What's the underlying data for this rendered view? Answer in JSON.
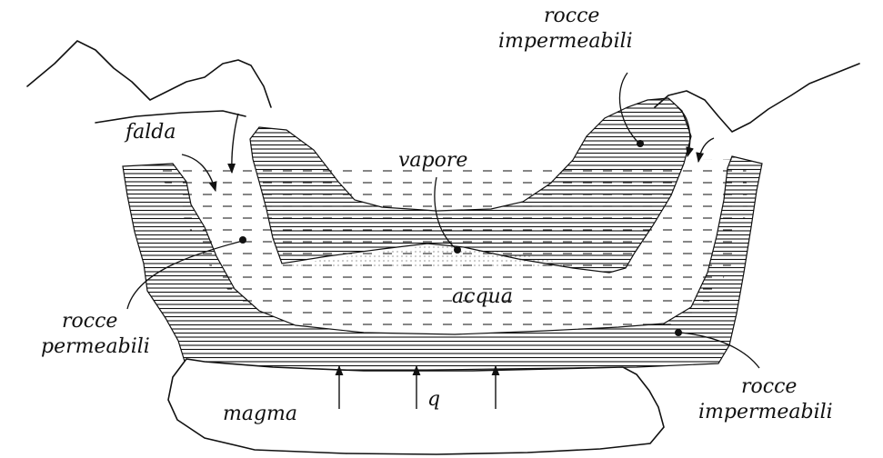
{
  "labels": {
    "rocce_impermeabili_top_l1": "rocce",
    "rocce_impermeabili_top_l2": "impermeabili",
    "falda": "falda",
    "vapore": "vapore",
    "acqua": "acqua",
    "rocce_permeabili_l1": "rocce",
    "rocce_permeabili_l2": "permeabili",
    "magma": "magma",
    "q": "q",
    "rocce_impermeabili_bottom_l1": "rocce",
    "rocce_impermeabili_bottom_l2": "impermeabili"
  },
  "colors": {
    "ink": "#111111",
    "background": "#ffffff"
  }
}
